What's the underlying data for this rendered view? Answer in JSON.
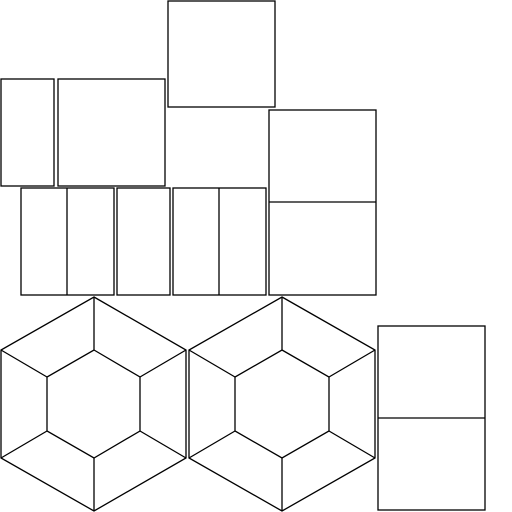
{
  "figure": {
    "background_color": "#ffffff",
    "stroke_color": "#000000",
    "square_panels": [
      {
        "id": "panel-top-center",
        "split": "none"
      },
      {
        "id": "panel-left-narrow",
        "split": "none"
      },
      {
        "id": "panel-left-square",
        "split": "none"
      },
      {
        "id": "panel-right-tall",
        "split": "horizontal"
      },
      {
        "id": "panel-row-a",
        "split": "vertical"
      },
      {
        "id": "panel-row-b",
        "split": "none"
      },
      {
        "id": "panel-row-c",
        "split": "vertical"
      },
      {
        "id": "panel-bottom-right",
        "split": "horizontal"
      }
    ],
    "hexagon_count": 2,
    "hexagon_style": "concentric-with-spokes"
  }
}
